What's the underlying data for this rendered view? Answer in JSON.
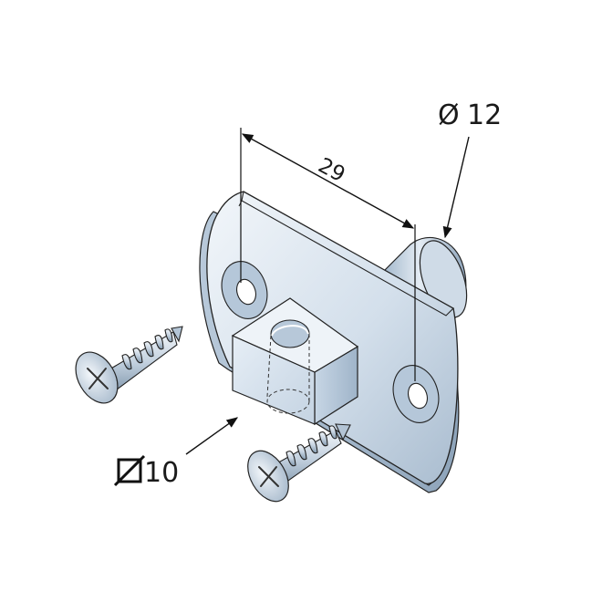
{
  "dimensions": {
    "hole_spacing": "29",
    "boss_diameter_symbol": "Ø",
    "boss_diameter_value": "12",
    "square_size_value": "10"
  },
  "colors": {
    "metal_light": "#e9f0f7",
    "metal_mid": "#c9d8e6",
    "metal_dark": "#9db2c6",
    "metal_shadow": "#7f95ab",
    "outline": "#222222"
  },
  "icons": {
    "square_symbol": "square-size-icon",
    "screw": "countersunk-phillips-screw-icon"
  }
}
